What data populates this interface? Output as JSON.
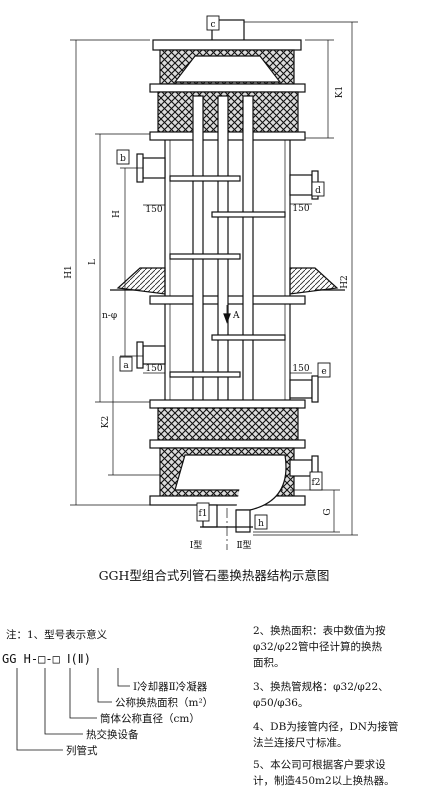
{
  "drawing": {
    "port_labels": {
      "c": "c",
      "b": "b",
      "d": "d",
      "a": "a",
      "e": "e",
      "f1": "f1",
      "f2": "f2",
      "h": "h"
    },
    "dimensions": {
      "k1": "K1",
      "h": "H",
      "l": "L",
      "h1": "H1",
      "h2": "H2",
      "k2": "K2",
      "g": "G",
      "gap_upper_left": "150",
      "gap_upper_right": "150",
      "gap_lower_left": "150",
      "gap_lower_right": "150",
      "bolt_holes": "n-φ",
      "section_mark": "A"
    },
    "type_labels": {
      "type1": "Ⅰ型",
      "type2": "Ⅱ型"
    },
    "title": "GGH型组合式列管石墨换热器结构示意图"
  },
  "notes": {
    "note1_head": "注：1、型号表示意义",
    "model_code": "GG H-□-□ Ⅰ(Ⅱ)",
    "legend": [
      "Ⅰ冷却器Ⅱ冷凝器",
      "公称换热面积（m²）",
      "筒体公称直径（cm）",
      "热交换设备",
      "列管式"
    ],
    "right": [
      "2、换热面积：表中数值为按",
      "φ32/φ22管中径计算的换热",
      "面积。",
      "3、换热管规格：φ32/φ22、",
      "φ50/φ36。",
      "4、DB为接管内径，DN为接管",
      "法兰连接尺寸标准。",
      "5、本公司可根据客户要求设",
      "计，制造450m2以上换热器。"
    ]
  }
}
